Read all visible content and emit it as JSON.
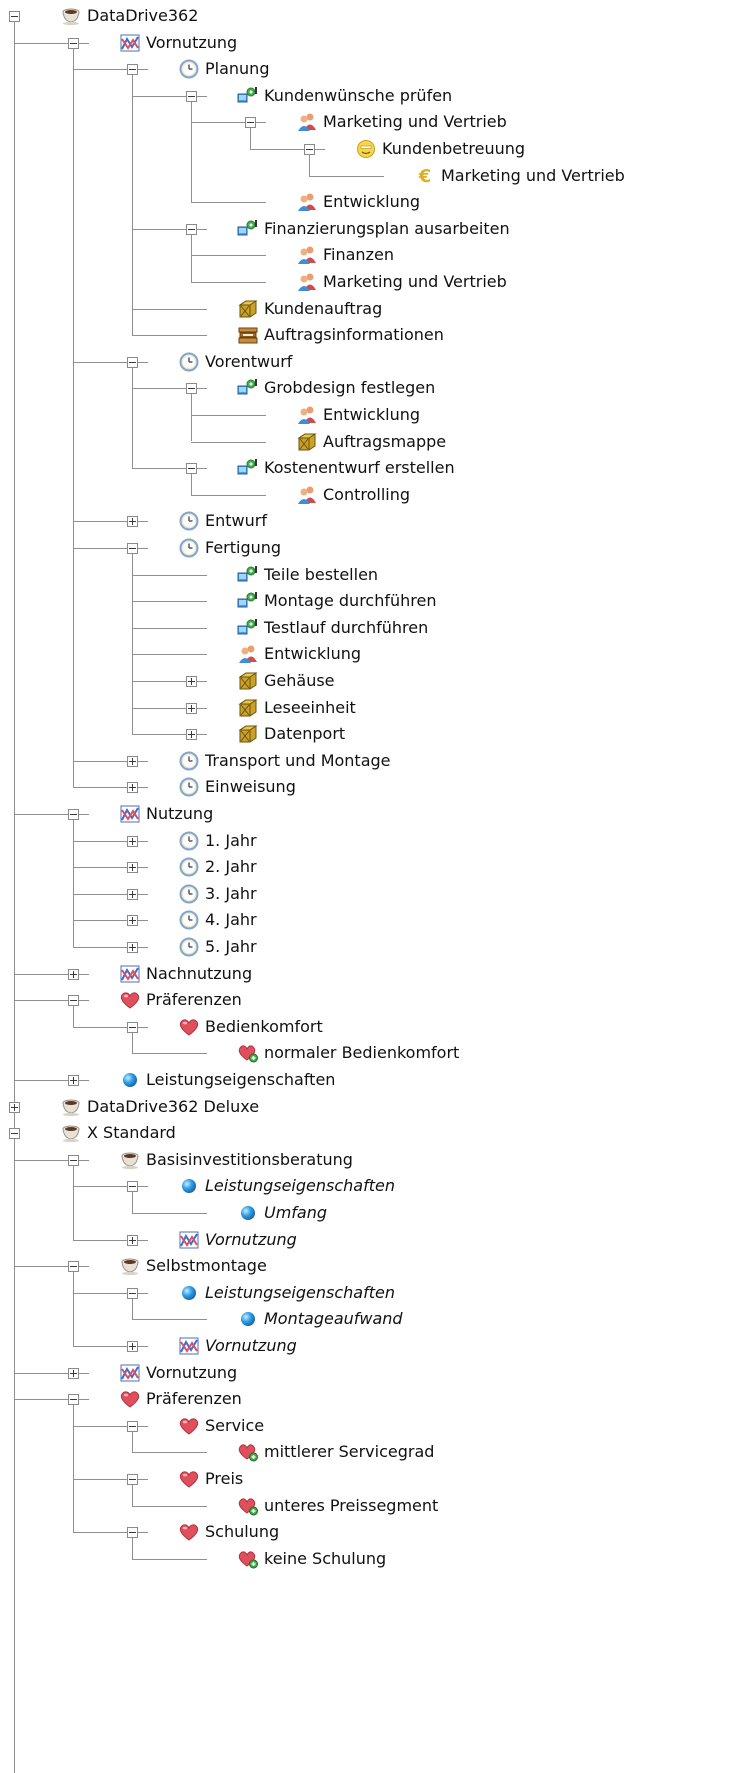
{
  "tree": {
    "nodes": [
      {
        "label": "DataDrive362",
        "icon": "cup-icon",
        "depth": 0,
        "toggle": "expanded",
        "italic": false
      },
      {
        "label": "Vornutzung",
        "icon": "phase-chart-icon",
        "depth": 1,
        "toggle": "expanded",
        "italic": false
      },
      {
        "label": "Planung",
        "icon": "clock-icon",
        "depth": 2,
        "toggle": "expanded",
        "italic": false
      },
      {
        "label": "Kundenwünsche prüfen",
        "icon": "process-icon",
        "depth": 3,
        "toggle": "expanded",
        "italic": false
      },
      {
        "label": "Marketing und Vertrieb",
        "icon": "people-icon",
        "depth": 4,
        "toggle": "expanded",
        "italic": false
      },
      {
        "label": "Kundenbetreuung",
        "icon": "smiley-icon",
        "depth": 5,
        "toggle": "expanded",
        "italic": false
      },
      {
        "label": "Marketing und Vertrieb",
        "icon": "euro-icon",
        "depth": 6,
        "toggle": null,
        "italic": false
      },
      {
        "label": "Entwicklung",
        "icon": "people-icon",
        "depth": 4,
        "toggle": null,
        "italic": false
      },
      {
        "label": "Finanzierungsplan ausarbeiten",
        "icon": "process-icon",
        "depth": 3,
        "toggle": "expanded",
        "italic": false
      },
      {
        "label": "Finanzen",
        "icon": "people-icon",
        "depth": 4,
        "toggle": null,
        "italic": false
      },
      {
        "label": "Marketing und Vertrieb",
        "icon": "people-icon",
        "depth": 4,
        "toggle": null,
        "italic": false
      },
      {
        "label": "Kundenauftrag",
        "icon": "box-icon",
        "depth": 3,
        "toggle": null,
        "italic": false
      },
      {
        "label": "Auftragsinformationen",
        "icon": "document-stack-icon",
        "depth": 3,
        "toggle": null,
        "italic": false
      },
      {
        "label": "Vorentwurf",
        "icon": "clock-icon",
        "depth": 2,
        "toggle": "expanded",
        "italic": false
      },
      {
        "label": "Grobdesign festlegen",
        "icon": "process-icon",
        "depth": 3,
        "toggle": "expanded",
        "italic": false
      },
      {
        "label": "Entwicklung",
        "icon": "people-icon",
        "depth": 4,
        "toggle": null,
        "italic": false
      },
      {
        "label": "Auftragsmappe",
        "icon": "box-icon",
        "depth": 4,
        "toggle": null,
        "italic": false
      },
      {
        "label": "Kostenentwurf erstellen",
        "icon": "process-icon",
        "depth": 3,
        "toggle": "expanded",
        "italic": false
      },
      {
        "label": "Controlling",
        "icon": "people-icon",
        "depth": 4,
        "toggle": null,
        "italic": false
      },
      {
        "label": "Entwurf",
        "icon": "clock-icon",
        "depth": 2,
        "toggle": "collapsed",
        "italic": false
      },
      {
        "label": "Fertigung",
        "icon": "clock-icon",
        "depth": 2,
        "toggle": "expanded",
        "italic": false
      },
      {
        "label": "Teile bestellen",
        "icon": "process-icon",
        "depth": 3,
        "toggle": null,
        "italic": false
      },
      {
        "label": "Montage durchführen",
        "icon": "process-icon",
        "depth": 3,
        "toggle": null,
        "italic": false
      },
      {
        "label": "Testlauf durchführen",
        "icon": "process-icon",
        "depth": 3,
        "toggle": null,
        "italic": false
      },
      {
        "label": "Entwicklung",
        "icon": "people-icon",
        "depth": 3,
        "toggle": null,
        "italic": false
      },
      {
        "label": "Gehäuse",
        "icon": "box-icon",
        "depth": 3,
        "toggle": "collapsed",
        "italic": false
      },
      {
        "label": "Leseeinheit",
        "icon": "box-icon",
        "depth": 3,
        "toggle": "collapsed",
        "italic": false
      },
      {
        "label": "Datenport",
        "icon": "box-icon",
        "depth": 3,
        "toggle": "collapsed",
        "italic": false
      },
      {
        "label": "Transport und Montage",
        "icon": "clock-icon",
        "depth": 2,
        "toggle": "collapsed",
        "italic": false
      },
      {
        "label": "Einweisung",
        "icon": "clock-icon",
        "depth": 2,
        "toggle": "collapsed",
        "italic": false
      },
      {
        "label": "Nutzung",
        "icon": "phase-chart-icon",
        "depth": 1,
        "toggle": "expanded",
        "italic": false
      },
      {
        "label": "1. Jahr",
        "icon": "clock-icon",
        "depth": 2,
        "toggle": "collapsed",
        "italic": false
      },
      {
        "label": "2. Jahr",
        "icon": "clock-icon",
        "depth": 2,
        "toggle": "collapsed",
        "italic": false
      },
      {
        "label": "3. Jahr",
        "icon": "clock-icon",
        "depth": 2,
        "toggle": "collapsed",
        "italic": false
      },
      {
        "label": "4. Jahr",
        "icon": "clock-icon",
        "depth": 2,
        "toggle": "collapsed",
        "italic": false
      },
      {
        "label": "5. Jahr",
        "icon": "clock-icon",
        "depth": 2,
        "toggle": "collapsed",
        "italic": false
      },
      {
        "label": "Nachnutzung",
        "icon": "phase-chart-icon",
        "depth": 1,
        "toggle": "collapsed",
        "italic": false
      },
      {
        "label": "Präferenzen",
        "icon": "heart-icon",
        "depth": 1,
        "toggle": "expanded",
        "italic": false
      },
      {
        "label": "Bedienkomfort",
        "icon": "heart-icon",
        "depth": 2,
        "toggle": "expanded",
        "italic": false
      },
      {
        "label": "normaler Bedienkomfort",
        "icon": "heart-plus-icon",
        "depth": 3,
        "toggle": null,
        "italic": false
      },
      {
        "label": "Leistungseigenschaften",
        "icon": "blue-sphere-icon",
        "depth": 1,
        "toggle": "collapsed",
        "italic": false
      },
      {
        "label": "DataDrive362 Deluxe",
        "icon": "cup-icon",
        "depth": 0,
        "toggle": "collapsed",
        "italic": false
      },
      {
        "label": "X Standard",
        "icon": "cup-icon",
        "depth": 0,
        "toggle": "expanded",
        "italic": false
      },
      {
        "label": "Basisinvestitionsberatung",
        "icon": "cup-icon",
        "depth": 1,
        "toggle": "expanded",
        "italic": false
      },
      {
        "label": "Leistungseigenschaften",
        "icon": "blue-sphere-icon",
        "depth": 2,
        "toggle": "expanded",
        "italic": true
      },
      {
        "label": "Umfang",
        "icon": "blue-sphere-icon",
        "depth": 3,
        "toggle": null,
        "italic": true
      },
      {
        "label": "Vornutzung",
        "icon": "phase-chart-icon",
        "depth": 2,
        "toggle": "collapsed",
        "italic": true
      },
      {
        "label": "Selbstmontage",
        "icon": "cup-icon",
        "depth": 1,
        "toggle": "expanded",
        "italic": false
      },
      {
        "label": "Leistungseigenschaften",
        "icon": "blue-sphere-icon",
        "depth": 2,
        "toggle": "expanded",
        "italic": true
      },
      {
        "label": "Montageaufwand",
        "icon": "blue-sphere-icon",
        "depth": 3,
        "toggle": null,
        "italic": true
      },
      {
        "label": "Vornutzung",
        "icon": "phase-chart-icon",
        "depth": 2,
        "toggle": "collapsed",
        "italic": true
      },
      {
        "label": "Vornutzung",
        "icon": "phase-chart-icon",
        "depth": 1,
        "toggle": "collapsed",
        "italic": false
      },
      {
        "label": "Präferenzen",
        "icon": "heart-icon",
        "depth": 1,
        "toggle": "expanded",
        "italic": false
      },
      {
        "label": "Service",
        "icon": "heart-icon",
        "depth": 2,
        "toggle": "expanded",
        "italic": false
      },
      {
        "label": "mittlerer Servicegrad",
        "icon": "heart-plus-icon",
        "depth": 3,
        "toggle": null,
        "italic": false
      },
      {
        "label": "Preis",
        "icon": "heart-icon",
        "depth": 2,
        "toggle": "expanded",
        "italic": false
      },
      {
        "label": "unteres Preissegment",
        "icon": "heart-plus-icon",
        "depth": 3,
        "toggle": null,
        "italic": false
      },
      {
        "label": "Schulung",
        "icon": "heart-icon",
        "depth": 2,
        "toggle": "expanded",
        "italic": false
      },
      {
        "label": "keine Schulung",
        "icon": "heart-plus-icon",
        "depth": 3,
        "toggle": null,
        "italic": false
      }
    ]
  },
  "colors": {
    "tree_line": "#8f8f8f",
    "clock": "#7fa6cf",
    "heart": "#e0505c",
    "sphere": "#2f9ee8",
    "box": "#c9a227",
    "euro": "#e0b020",
    "people_head": "#e8a070",
    "people_body": "#3e8ed8"
  }
}
